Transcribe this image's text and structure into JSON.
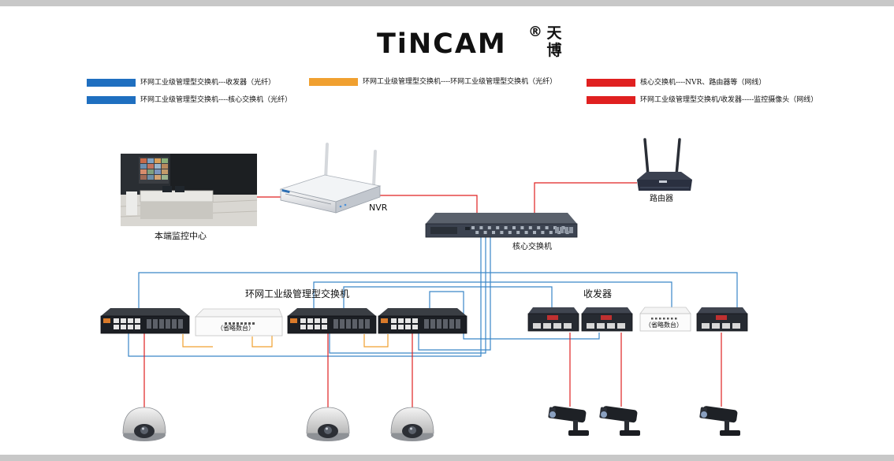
{
  "brand": {
    "name": "TiNCAM",
    "registered": "®",
    "chinese_top": "天",
    "chinese_bottom": "博"
  },
  "legend": [
    {
      "color": "#1f6fc0",
      "text": "环网工业级管理型交换机---收发器（光纤）"
    },
    {
      "color": "#f0a030",
      "text": "环网工业级管理型交换机----环网工业级管理型交换机（光纤）"
    },
    {
      "color": "#e02020",
      "text": "核心交换机----NVR、路由器等（网线）"
    },
    {
      "color": "#1f6fc0",
      "text": "环网工业级管理型交换机----核心交换机（光纤）"
    },
    {
      "color": "#e02020",
      "text": "环网工业级管理型交换机/收发器-----监控摄像头（网线）"
    }
  ],
  "labels": {
    "monitor_center": "本端监控中心",
    "nvr": "NVR",
    "router": "路由器",
    "core_switch": "核心交换机",
    "ring_switch_group": "环网工业级管理型交换机",
    "transceiver_group": "收发器",
    "omitted_1": "（省略数台）",
    "omitted_2": "（省略数台）"
  }
}
